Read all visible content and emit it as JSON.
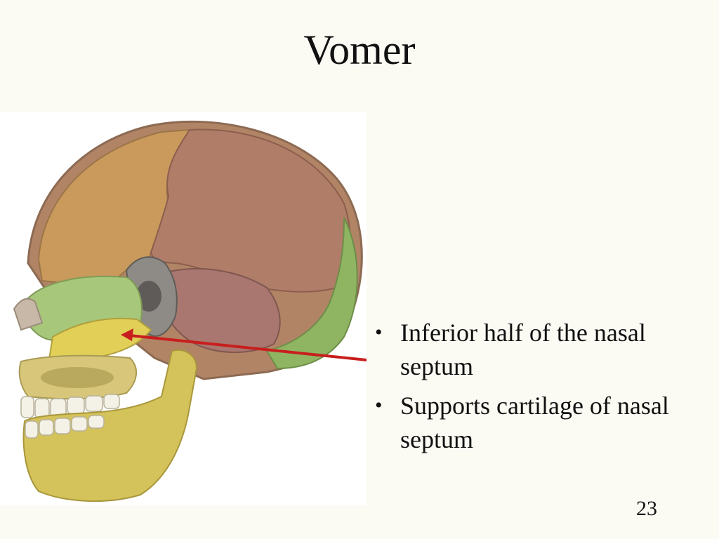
{
  "slide": {
    "title": "Vomer",
    "bullets": [
      "Inferior half of the nasal septum",
      "Supports cartilage of nasal septum"
    ],
    "page_number": "23"
  },
  "figure": {
    "subject": "lateral-skull-illustration",
    "colors": {
      "frontal": "#c99a5c",
      "parietal": "#b07d68",
      "occipital": "#8fb563",
      "sphenoid": "#8e8a86",
      "ethmoid": "#a7c77a",
      "maxilla": "#d8c77a",
      "mandible": "#d4c25a",
      "vomer": "#e1cf58",
      "arrow": "#c81e1e"
    }
  }
}
